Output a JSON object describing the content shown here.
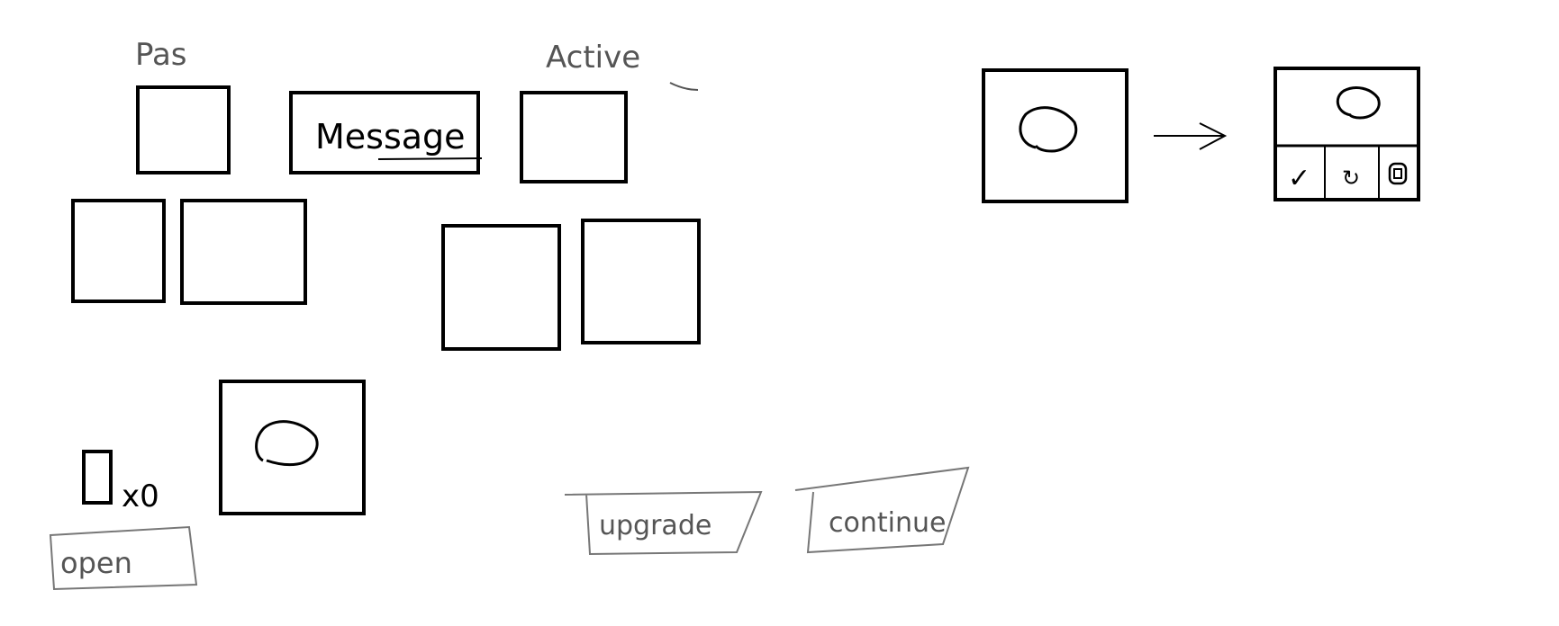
{
  "labels": {
    "passive": "Pas",
    "active": "Active",
    "message": "Message",
    "count": "x0",
    "open": "open",
    "upgrade": "upgrade",
    "continue": "continue"
  },
  "colors": {
    "ink": "#000000",
    "pencil": "#555555",
    "background": "#ffffff"
  },
  "icons": {
    "card_icon": "blob-icon",
    "flow_arrow": "arrow-right-icon",
    "action_confirm": "check-icon",
    "action_rotate": "rotate-icon",
    "action_delete": "trash-icon"
  },
  "actions": {
    "confirm": "✓",
    "rotate": "↻",
    "delete": "🗑"
  }
}
